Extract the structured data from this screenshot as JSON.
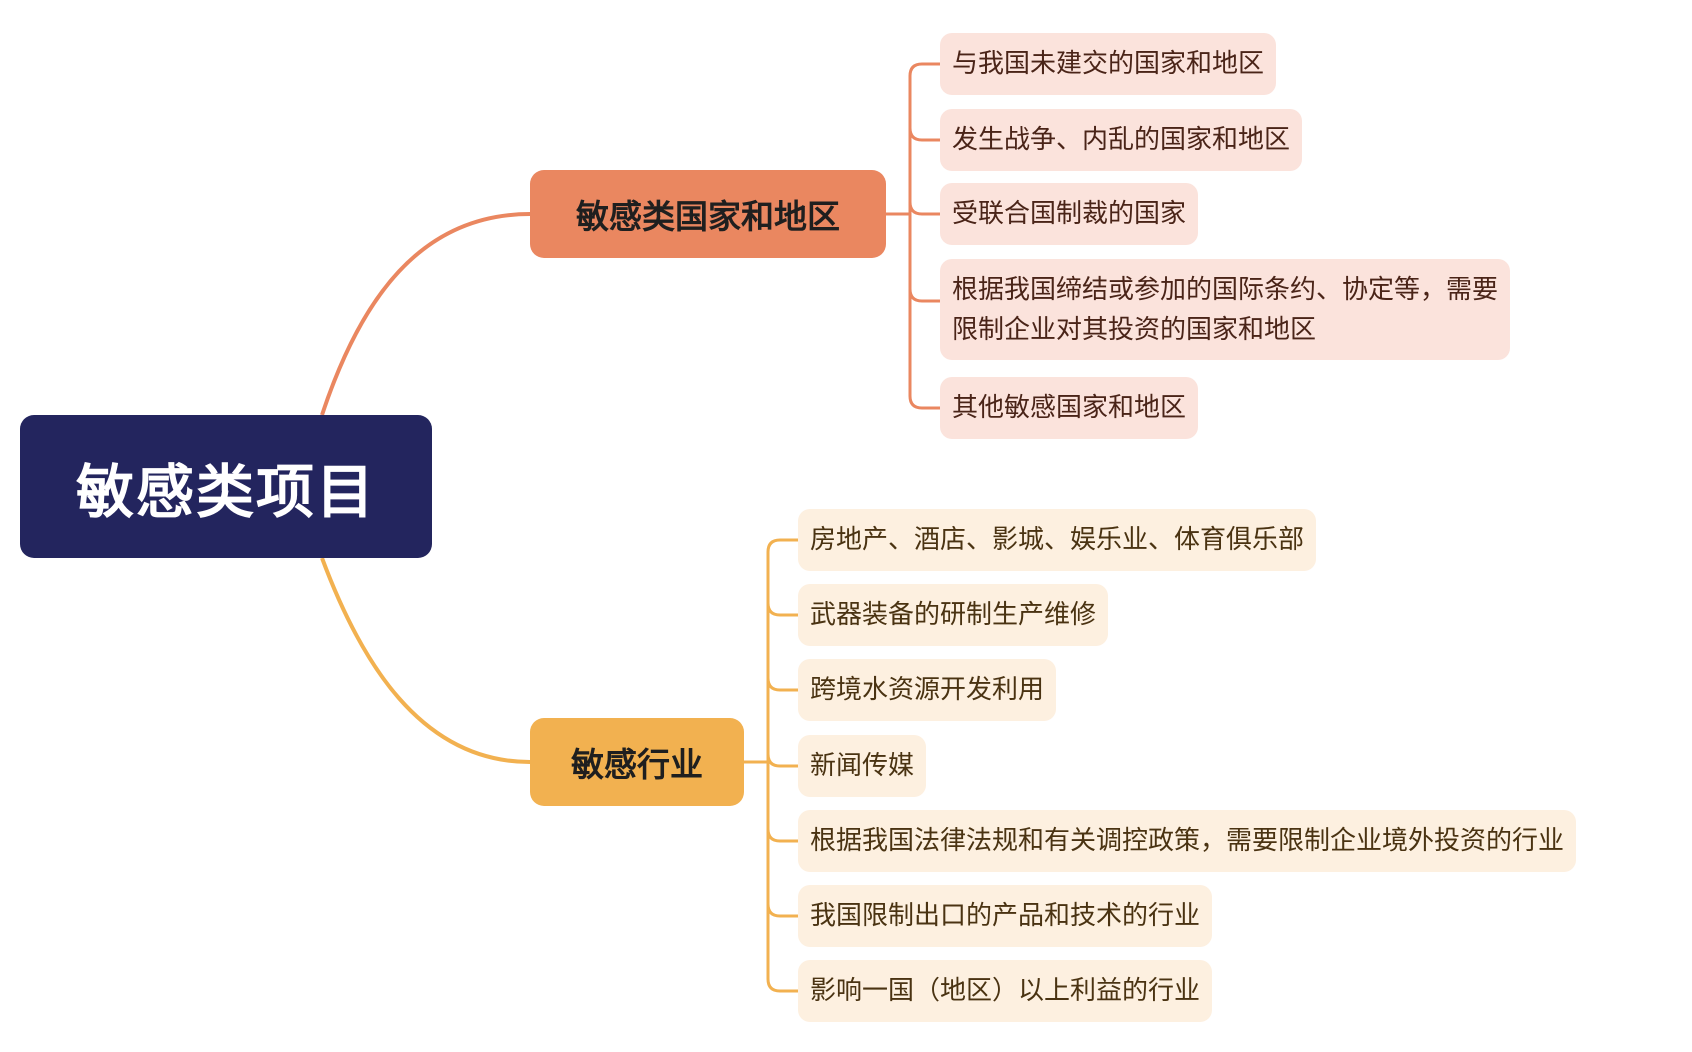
{
  "root": {
    "label": "敏感类项目"
  },
  "branches": [
    {
      "label": "敏感类国家和地区",
      "color": "#ea8760",
      "leaf_color": "#fbe3dc",
      "items": [
        "与我国未建交的国家和地区",
        "发生战争、内乱的国家和地区",
        "受联合国制裁的国家",
        "根据我国缔结或参加的国际条约、协定等，需要\n限制企业对其投资的国家和地区",
        "其他敏感国家和地区"
      ]
    },
    {
      "label": "敏感行业",
      "color": "#f2b150",
      "leaf_color": "#fdf0e0",
      "items": [
        "房地产、酒店、影城、娱乐业、体育俱乐部",
        "武器装备的研制生产维修",
        "跨境水资源开发利用",
        "新闻传媒",
        "根据我国法律法规和有关调控政策，需要限制企业境外投资的行业",
        "我国限制出口的产品和技术的行业",
        "影响一国（地区）以上利益的行业"
      ]
    }
  ]
}
